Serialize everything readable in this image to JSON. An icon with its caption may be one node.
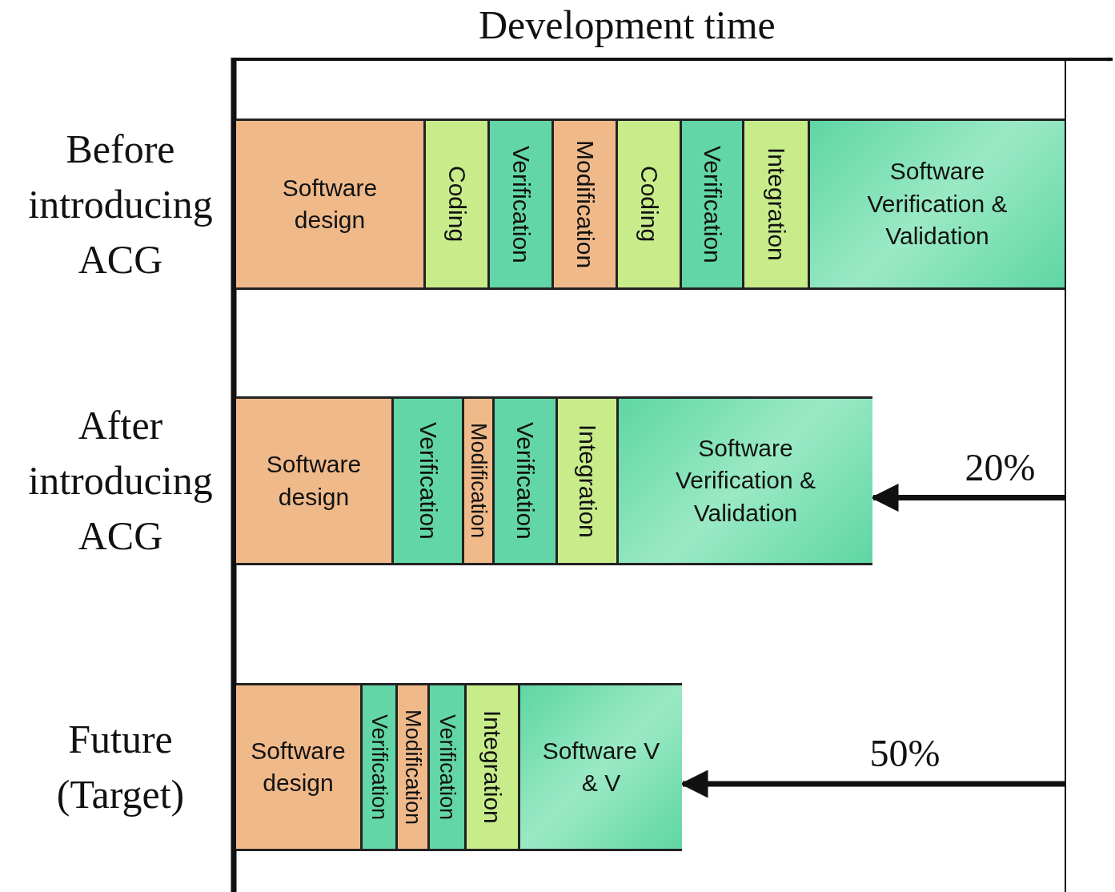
{
  "diagram": {
    "nodes": [
      {
        "text": [
          "Before introducing ACG"
        ]
      },
      {
        "text": [
          "Software design"
        ],
        "in": 0
      },
      {
        "text": [
          "Coding"
        ],
        "in": 0
      },
      {
        "text": [
          "Verification"
        ],
        "in": 0
      },
      {
        "text": [
          "Modification"
        ],
        "in": 0
      },
      {
        "text": [
          "Coding"
        ],
        "in": 0
      },
      {
        "text": [
          "Verification"
        ],
        "in": 0
      },
      {
        "text": [
          "Integration"
        ],
        "in": 0
      },
      {
        "text": [
          "Software Verification & Validation"
        ],
        "in": 0
      },
      {
        "text": [
          "After introducing ACG"
        ]
      },
      {
        "text": [
          "Software design"
        ],
        "in": 9
      },
      {
        "text": [
          "Verification"
        ],
        "in": 9
      },
      {
        "text": [
          "Modification"
        ],
        "in": 9
      },
      {
        "text": [
          "Verification"
        ],
        "in": 9
      },
      {
        "text": [
          "Integration"
        ],
        "in": 9
      },
      {
        "text": [
          "Software Verification & Validation"
        ],
        "in": 9
      },
      {
        "text": [
          "Future (Target)"
        ]
      },
      {
        "text": [
          "Software design"
        ],
        "in": 16
      },
      {
        "text": [
          "Verification"
        ],
        "in": 16
      },
      {
        "text": [
          "Modification"
        ],
        "in": 16
      },
      {
        "text": [
          "Verification"
        ],
        "in": 16
      },
      {
        "text": [
          "Integration"
        ],
        "in": 16
      },
      {
        "text": [
          "Software V & V"
        ],
        "in": 16
      }
    ],
    "edges": [
      {
        "from": null,
        "to": 9,
        "arrow": "to",
        "label": "20%"
      },
      {
        "from": null,
        "to": 16,
        "arrow": "to",
        "label": "50%"
      }
    ],
    "labels": [
      "Development time"
    ]
  }
}
